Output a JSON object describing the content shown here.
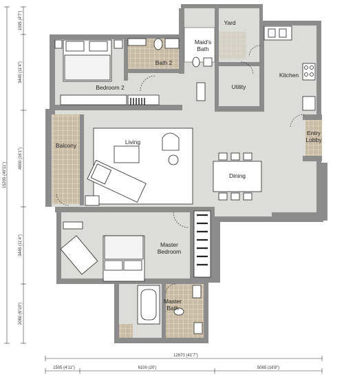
{
  "rooms": {
    "yard": "Yard",
    "maids_bath": "Maid's\nBath",
    "bath2": "Bath 2",
    "bedroom2": "Bedroom 2",
    "utility": "Utility",
    "kitchen": "Kitchen",
    "entry_lobby": "Entry\nLobby",
    "balcony": "Balcony",
    "living": "Living",
    "dining": "Dining",
    "master_bedroom": "Master\nBedroom",
    "master_bath": "Master\nBath"
  },
  "dimensions": {
    "left": {
      "total": "15205 (49'11\")",
      "seg1": "1095 (4'7\")",
      "seg2": "3445 (11'4\")",
      "seg3": "4900 (16'1\")",
      "seg4": "3445 (11'4\")",
      "seg5": "2080 (6'10\")"
    },
    "bottom": {
      "total": "12670 (41'7\")",
      "seg1": "1505 (4'11\")",
      "seg2": "6100 (20')",
      "seg3": "5065 (16'8\")"
    }
  },
  "colors": {
    "wall": "#8c8c8c",
    "floor": "#dcdcd8",
    "tile": "#c9bba4",
    "furniture": "#ffffff",
    "line": "#222222"
  }
}
